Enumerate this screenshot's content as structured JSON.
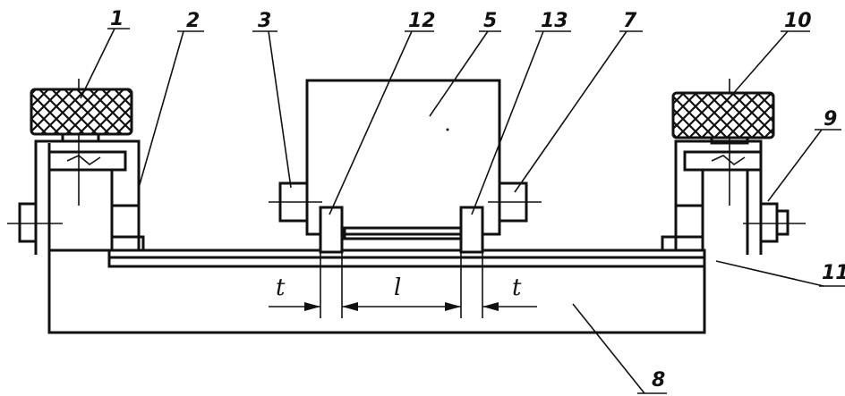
{
  "labels": {
    "l1": "1",
    "l2": "2",
    "l3": "3",
    "l12": "12",
    "l5": "5",
    "l13": "13",
    "l7": "7",
    "l10": "10",
    "l9": "9",
    "l11": "11",
    "l8": "8"
  },
  "dimensions": {
    "t_left": "t",
    "l_mid": "l",
    "t_right": "t"
  }
}
